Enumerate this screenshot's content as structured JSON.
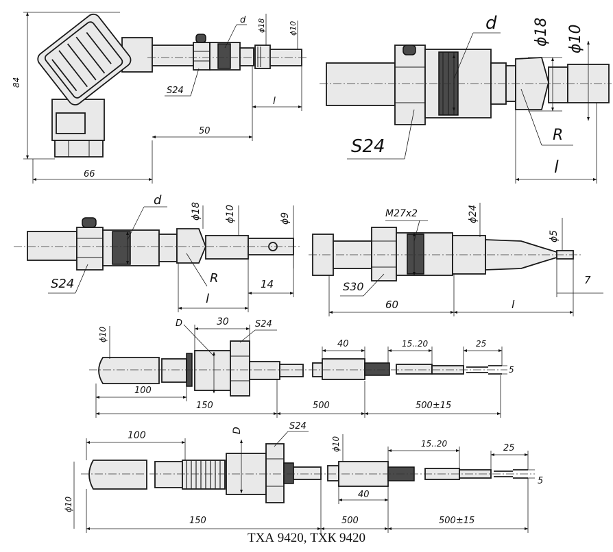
{
  "caption": "ТХА 9420, ТХК 9420",
  "fig1": {
    "dim_height": "84",
    "dim_width": "66",
    "dim_50": "50",
    "dim_l": "l",
    "label_s24": "S24",
    "label_d": "d",
    "label_d18": "ϕ18",
    "label_d10": "ϕ10"
  },
  "fig2": {
    "label_d": "d",
    "label_d18": "ϕ18",
    "label_d10": "ϕ10",
    "label_s24": "S24",
    "label_r": "R",
    "label_l": "l"
  },
  "fig3": {
    "label_d": "d",
    "label_d18": "ϕ18",
    "label_d10": "ϕ10",
    "label_d9": "ϕ9",
    "label_s24": "S24",
    "label_r": "R",
    "label_l": "l",
    "dim_14": "14"
  },
  "fig4": {
    "label_thread": "M27x2",
    "label_d24": "ϕ24",
    "label_d5": "ϕ5",
    "label_s30": "S30",
    "dim_60": "60",
    "dim_l": "l",
    "dim_7": "7"
  },
  "fig5": {
    "label_d10": "ϕ10",
    "label_D": "D",
    "dim_30": "30",
    "label_s24": "S24",
    "dim_40": "40",
    "dim_15_20": "15..20",
    "dim_25": "25",
    "dim_5": "5",
    "dim_100": "100",
    "dim_150": "150",
    "dim_500": "500",
    "dim_500pm": "500±15"
  },
  "fig6": {
    "dim_100": "100",
    "label_D": "D",
    "label_s24": "S24",
    "label_d10_a": "ϕ10",
    "dim_15_20": "15..20",
    "dim_25": "25",
    "dim_5": "5",
    "label_d10_b": "ϕ10",
    "dim_40": "40",
    "dim_150": "150",
    "dim_500": "500",
    "dim_500pm": "500±15"
  }
}
